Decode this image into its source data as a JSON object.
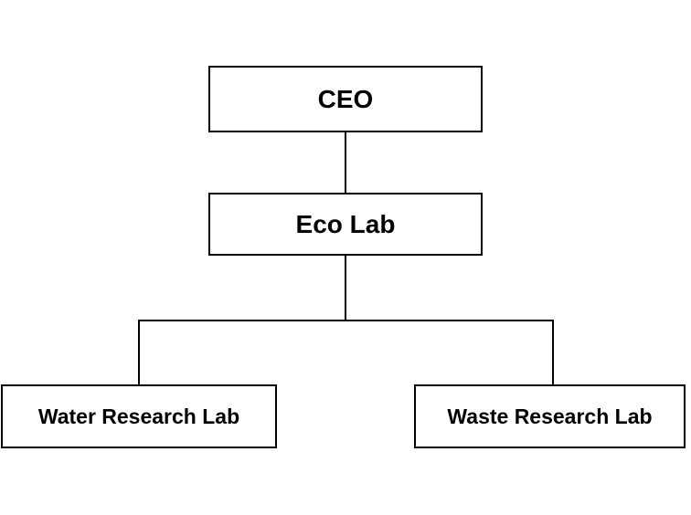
{
  "diagram": {
    "type": "org-chart",
    "colors": {
      "canvas_background": "#ffffff",
      "node_background": "#ffffff",
      "node_border": "#000000",
      "connector_line": "#000000",
      "text": "#000000"
    },
    "nodes": {
      "ceo": {
        "label": "CEO"
      },
      "eco_lab": {
        "label": "Eco Lab"
      },
      "water_lab": {
        "label": "Water Research Lab"
      },
      "waste_lab": {
        "label": "Waste Research Lab"
      }
    },
    "edges": [
      {
        "from": "ceo",
        "to": "eco_lab"
      },
      {
        "from": "eco_lab",
        "to": "water_lab"
      },
      {
        "from": "eco_lab",
        "to": "waste_lab"
      }
    ]
  }
}
